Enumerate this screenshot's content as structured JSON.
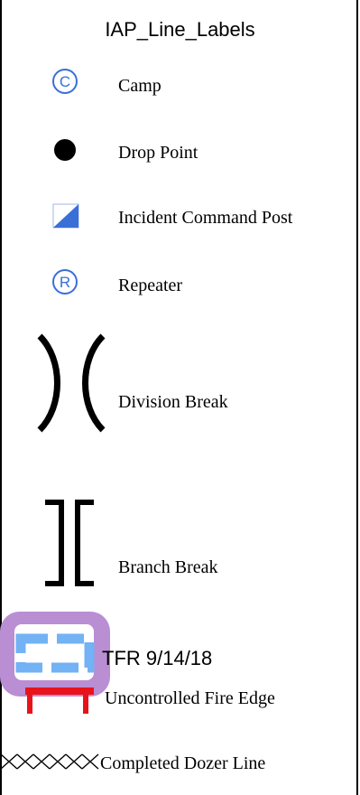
{
  "legend": {
    "title": "IAP_Line_Labels",
    "items": [
      {
        "label": "Camp",
        "symbol": "circled-c-icon",
        "color": "#3a6fd8"
      },
      {
        "label": "Drop Point",
        "symbol": "filled-circle-icon",
        "color": "#000000"
      },
      {
        "label": "Incident Command Post",
        "symbol": "half-filled-square-icon",
        "color": "#3a6fd8"
      },
      {
        "label": "Repeater",
        "symbol": "circled-r-icon",
        "color": "#3a6fd8"
      },
      {
        "label": "Division Break",
        "symbol": "division-break-icon",
        "color": "#000000"
      },
      {
        "label": "Branch Break",
        "symbol": "branch-break-icon",
        "color": "#000000"
      },
      {
        "label": "Uncontrolled Fire Edge",
        "symbol": "fire-edge-line-icon",
        "color": "#e8131a"
      },
      {
        "label": "Completed Dozer Line",
        "symbol": "crosshatch-line-icon",
        "color": "#000000"
      }
    ]
  },
  "tfr": {
    "label": "TFR 9/14/18",
    "symbol": "tfr-boundary-icon",
    "outline_color": "#b98ed3",
    "dash_color": "#72b2f5"
  }
}
